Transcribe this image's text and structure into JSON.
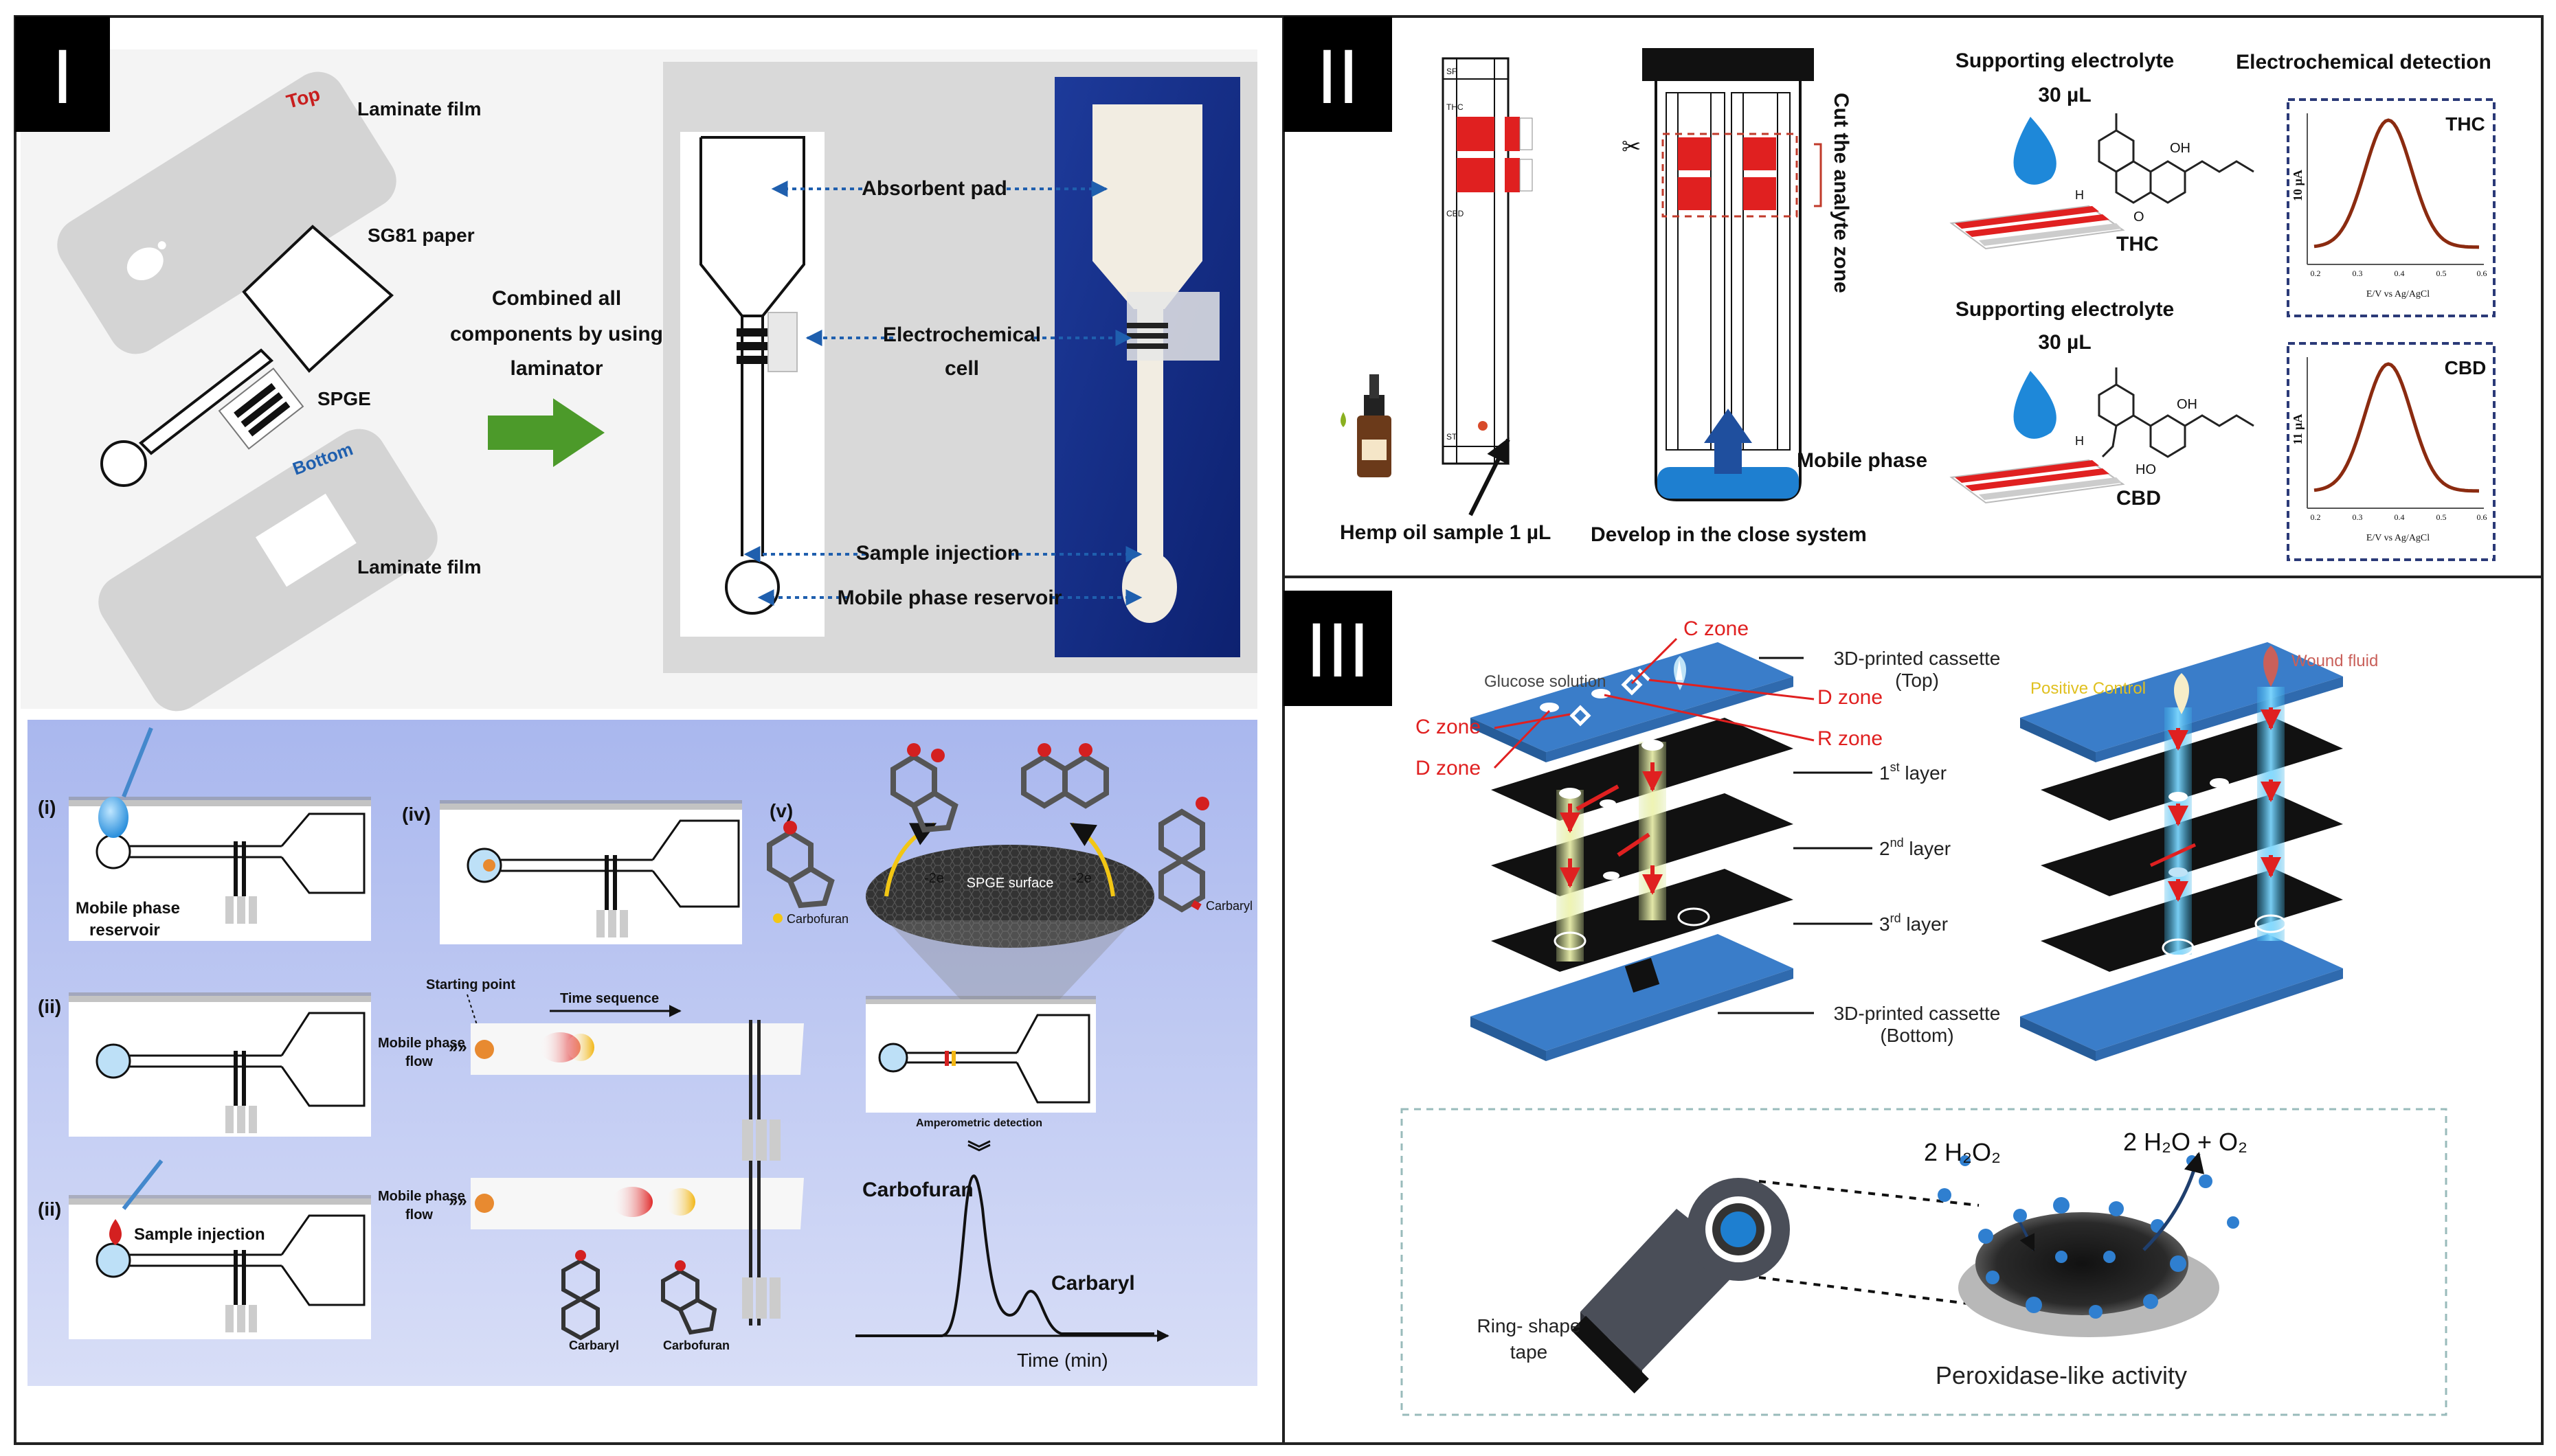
{
  "panel_I": {
    "badge": "I",
    "labels": {
      "top": "Top",
      "laminate_top": "Laminate film",
      "sg81": "SG81 paper",
      "spge": "SPGE",
      "bottom": "Bottom",
      "laminate_bottom": "Laminate film",
      "combined_1": "Combined all",
      "combined_2": "components by using",
      "combined_3": "laminator",
      "absorbent_pad": "Absorbent pad",
      "echem_1": "Electrochemical",
      "echem_2": "cell",
      "sample_injection": "Sample injection",
      "mobile_reservoir": "Mobile phase reservoir"
    },
    "steps": {
      "i": "(i)",
      "ii_a": "(ii)",
      "ii_b": "(ii)",
      "iv": "(iv)",
      "v": "(v)",
      "mobile_phase_1": "Mobile phase",
      "reservoir": "reservoir",
      "sample_injection": "Sample injection",
      "starting_point": "Starting point",
      "time_sequence": "Time sequence",
      "mp_flow_a1": "Mobile phase",
      "mp_flow_a2": "flow",
      "mp_flow_b1": "Mobile phase",
      "mp_flow_b2": "flow",
      "carbofuran_legend": "Carbofuran",
      "carbaryl_legend": "Carbaryl",
      "spge_surface": "SPGE surface",
      "minus2e_a": "-2e",
      "minus2e_b": "-2e",
      "amperometric": "Amperometric detection",
      "carbaryl_mol": "Carbaryl",
      "carbofuran_mol": "Carbofuran",
      "peak_carbofuran": "Carbofuran",
      "peak_carbaryl": "Carbaryl",
      "time_axis": "Time (min)"
    }
  },
  "panel_II": {
    "badge": "II",
    "hemp": "Hemp oil sample 1 µL",
    "develop": "Develop in the close system",
    "cut": "Cut the analyte zone",
    "mobile_phase": "Mobile phase",
    "strip_sf": "SF",
    "strip_thc": "THC",
    "strip_cbd": "CBD",
    "strip_st": "ST",
    "supp1_a": "Supporting electrolyte",
    "supp1_b": "30 µL",
    "supp2_a": "Supporting electrolyte",
    "supp2_b": "30 µL",
    "thc": "THC",
    "cbd": "CBD",
    "echem_detection": "Electrochemical detection",
    "thc_chart_label": "THC",
    "cbd_chart_label": "CBD",
    "thc_ylabel": "10 µA",
    "cbd_ylabel": "11 µA",
    "xlabel": "E/V vs Ag/AgCl",
    "x_ticks": [
      "0.2",
      "0.3",
      "0.4",
      "0.5",
      "0.6"
    ]
  },
  "panel_III": {
    "badge": "III",
    "c_zone_top": "C zone",
    "glucose": "Glucose solution",
    "c_zone_left": "C zone",
    "d_zone_left": "D zone",
    "d_zone_right": "D zone",
    "r_zone": "R zone",
    "positive_control": "Positive Control",
    "wound_fluid": "Wound fluid",
    "cassette_top_1": "3D-printed cassette",
    "cassette_top_2": "(Top)",
    "layer1": "1",
    "layer1_sup": "st",
    "layer1_rest": " layer",
    "layer2": "2",
    "layer2_sup": "nd",
    "layer2_rest": " layer",
    "layer3": "3",
    "layer3_sup": "rd",
    "layer3_rest": " layer",
    "cassette_bot_1": "3D-printed cassette",
    "cassette_bot_2": "(Bottom)",
    "h2o2": "2 H₂O₂",
    "h2o_o2": "2 H₂O + O₂",
    "ring_1": "Ring- shape",
    "ring_2": "tape",
    "peroxidase": "Peroxidase-like activity"
  },
  "colors": {
    "border": "#222222",
    "red": "#e02020",
    "blue_arrow": "#1f5fae",
    "green_arrow": "#4c9a2a",
    "cassette_blue": "#3a7dc9",
    "curve_brown": "#8b2b10",
    "chart_border": "#2b3a78"
  }
}
